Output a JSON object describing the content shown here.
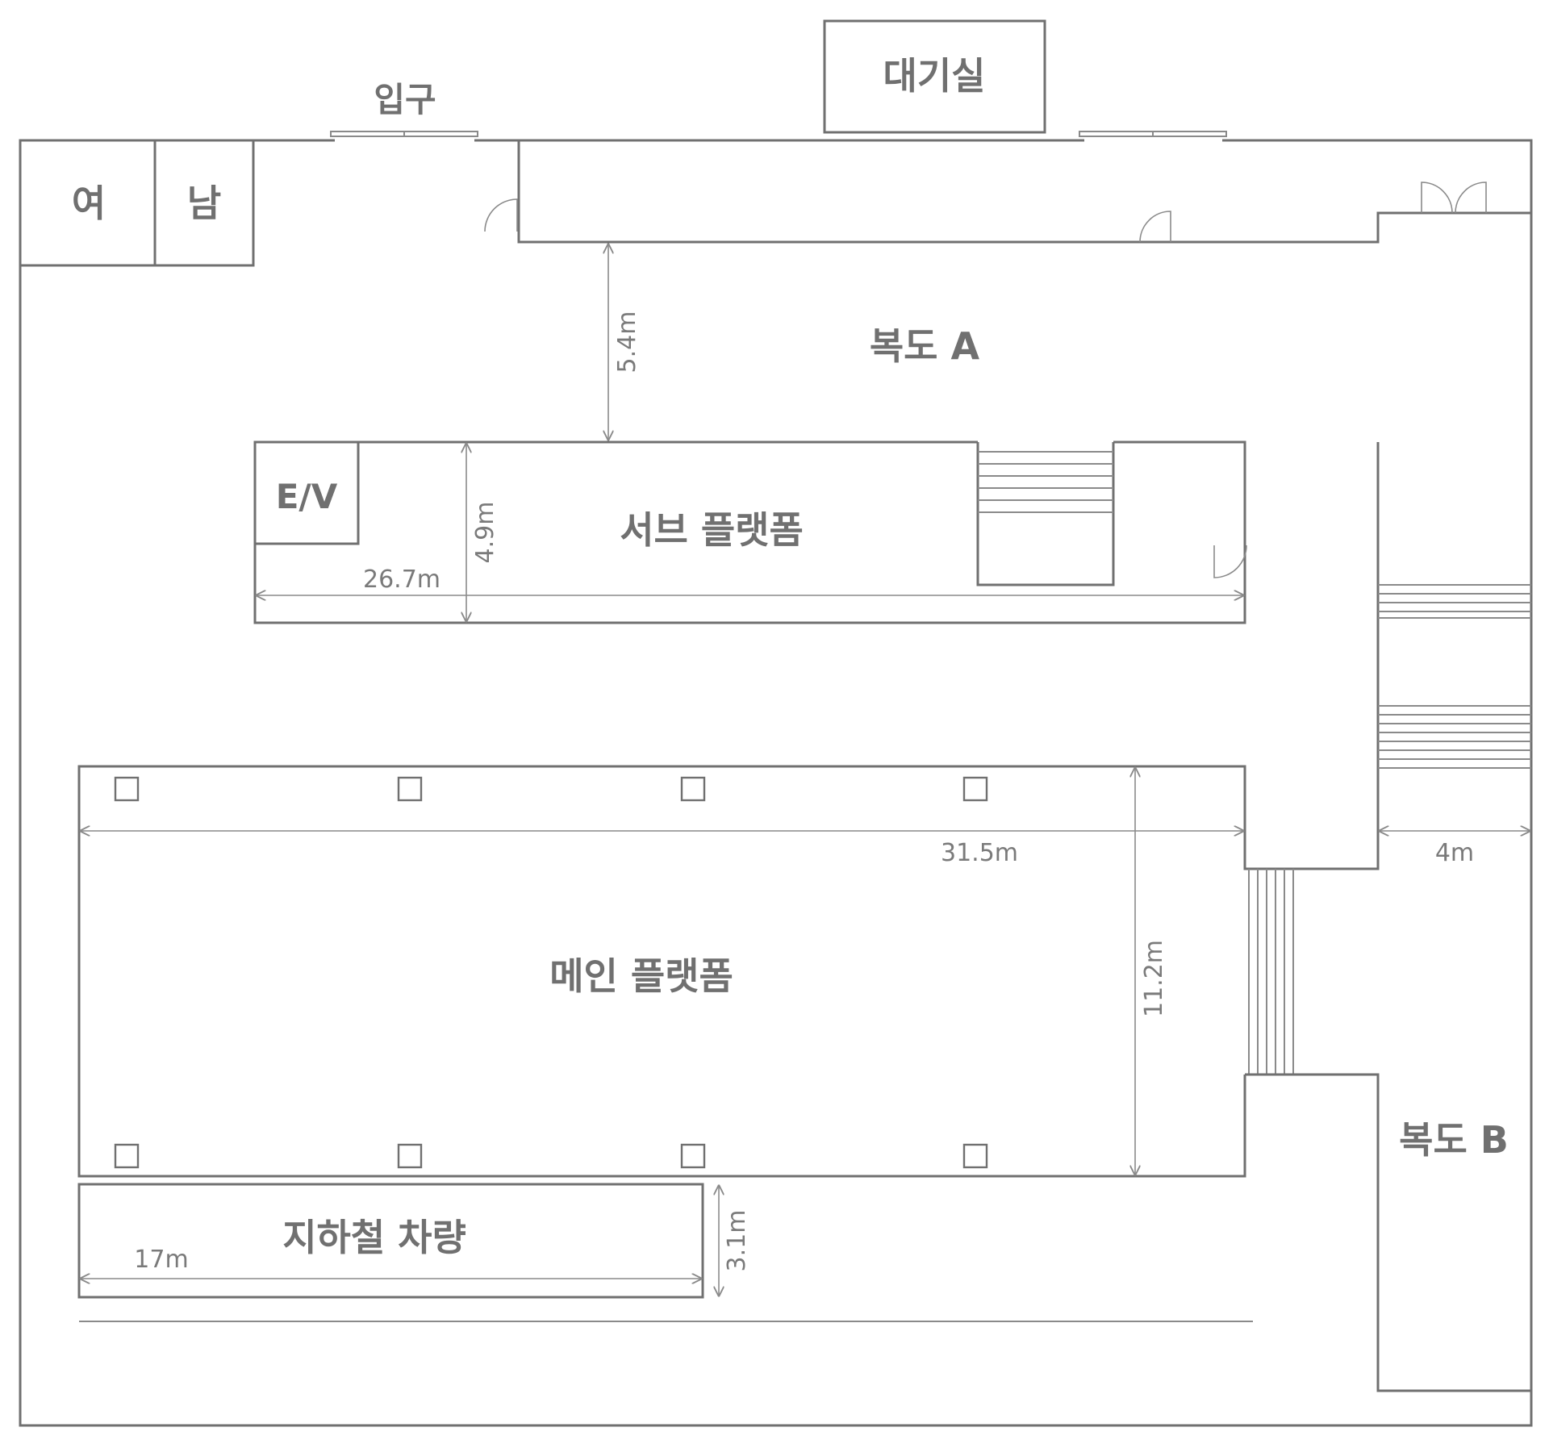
{
  "rooms": {
    "entrance": "입구",
    "waiting_room": "대기실",
    "women_restroom": "여",
    "men_restroom": "남",
    "corridor_a": "복도 A",
    "elevator": "E/V",
    "sub_platform": "서브 플랫폼",
    "main_platform": "메인 플랫폼",
    "subway_car": "지하철 차량",
    "corridor_b": "복도 B"
  },
  "dimensions": {
    "corridor_a_depth": "5.4m",
    "sub_platform_depth": "4.9m",
    "sub_platform_length": "26.7m",
    "main_platform_length": "31.5m",
    "corridor_b_width": "4m",
    "main_platform_depth": "11.2m",
    "subway_car_length": "17m",
    "subway_car_width": "3.1m"
  },
  "colors": {
    "line": "#707070",
    "label": "#707070"
  }
}
